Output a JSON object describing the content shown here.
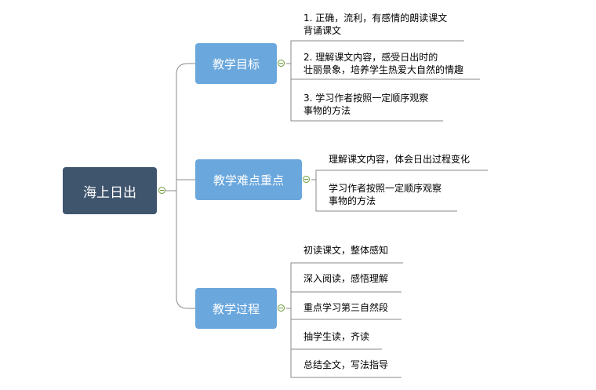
{
  "root": {
    "label": "海上日出"
  },
  "branches": [
    {
      "label": "教学目标",
      "leaves": [
        {
          "lines": [
            "1. 正确，流利，有感情的朗读课文",
            "背诵课文"
          ]
        },
        {
          "lines": [
            "2. 理解课文内容，感受日出时的",
            "壮丽景象，培养学生热爱大自然的情趣"
          ]
        },
        {
          "lines": [
            "3. 学习作者按照一定顺序观察",
            "事物的方法"
          ]
        }
      ]
    },
    {
      "label": "教学难点重点",
      "leaves": [
        {
          "lines": [
            "理解课文内容，体会日出过程变化"
          ]
        },
        {
          "lines": [
            "学习作者按照一定顺序观察",
            "事物的方法"
          ]
        }
      ]
    },
    {
      "label": "教学过程",
      "leaves": [
        {
          "lines": [
            "初读课文，整体感知"
          ]
        },
        {
          "lines": [
            "深入阅读，感悟理解"
          ]
        },
        {
          "lines": [
            "重点学习第三自然段"
          ]
        },
        {
          "lines": [
            "抽学生读，齐读"
          ]
        },
        {
          "lines": [
            "总结全文，写法指导"
          ]
        }
      ]
    }
  ]
}
